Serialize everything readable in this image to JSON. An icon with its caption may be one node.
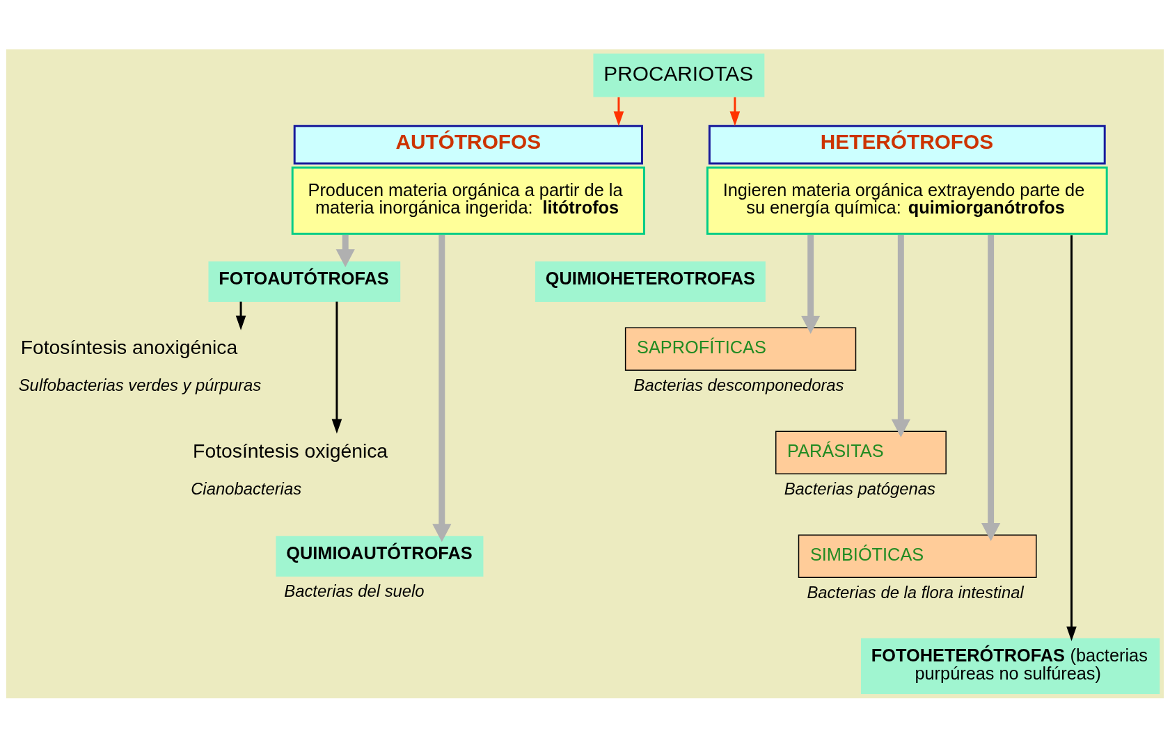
{
  "diagram": {
    "nodes": [
      {
        "text": [
          "PROCARIOTAS"
        ]
      },
      {
        "text": [
          "AUTÓTROFOS",
          "Producen materia orgánica a partir de la materia inorgánica ingerida: **litótrofos**"
        ]
      },
      {
        "text": [
          "HETERÓTROFOS",
          "Ingieren materia orgánica extrayendo parte de su energía química: **quimiorganótrofos**"
        ]
      },
      {
        "text": [
          "FOTOAUTÓTROFAS"
        ]
      },
      {
        "text": [
          "Fotosíntesis anoxigénica"
        ],
        "beside": [
          "Sulfobacterias verdes y púrpuras"
        ]
      },
      {
        "text": [
          "Fotosíntesis oxigénica"
        ],
        "beside": [
          "Cianobacterias"
        ]
      },
      {
        "text": [
          "QUIMIOAUTÓTROFAS"
        ],
        "beside": [
          "Bacterias del suelo"
        ]
      },
      {
        "text": [
          "QUIMIOHETEROTROFAS"
        ]
      },
      {
        "text": [
          "SAPROFÍTICAS"
        ],
        "beside": [
          "Bacterias descomponedoras"
        ]
      },
      {
        "text": [
          "PARÁSITAS"
        ],
        "beside": [
          "Bacterias patógenas"
        ]
      },
      {
        "text": [
          "SIMBIÓTICAS"
        ],
        "beside": [
          "Bacterias de la flora intestinal"
        ]
      },
      {
        "text": [
          "**FOTOHETERÓTROFAS** (bacterias purpúreas no sulfúreas)"
        ]
      }
    ],
    "edges": [
      {
        "from": 0,
        "to": 1,
        "arrow": "to",
        "color": "#ff3300"
      },
      {
        "from": 0,
        "to": 2,
        "arrow": "to",
        "color": "#ff3300"
      },
      {
        "from": 1,
        "to": 3,
        "arrow": "to",
        "style": "thick"
      },
      {
        "from": 3,
        "to": 4,
        "arrow": "to",
        "color": "#000000"
      },
      {
        "from": 3,
        "to": 5,
        "arrow": "to",
        "color": "#000000"
      },
      {
        "from": 1,
        "to": 6,
        "arrow": "to",
        "style": "thick"
      },
      {
        "from": 2,
        "to": 8,
        "arrow": "to",
        "style": "thick"
      },
      {
        "from": 2,
        "to": 9,
        "arrow": "to",
        "style": "thick"
      },
      {
        "from": 2,
        "to": 10,
        "arrow": "to",
        "style": "thick"
      },
      {
        "from": 2,
        "to": 11,
        "arrow": "to",
        "color": "#000000"
      }
    ]
  }
}
